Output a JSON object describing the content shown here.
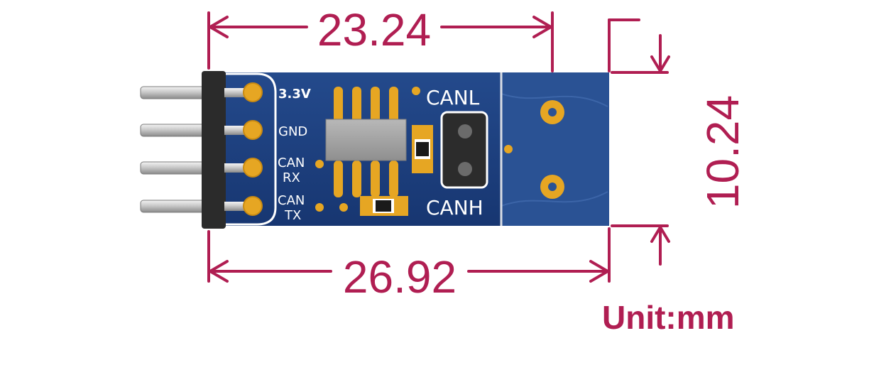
{
  "dimensions": {
    "top_length": "23.24",
    "bottom_length": "26.92",
    "height": "10.24",
    "unit_label": "Unit:mm"
  },
  "board": {
    "pin_labels": [
      "3.3V",
      "GND",
      "CAN",
      "RX",
      "CAN",
      "TX"
    ],
    "can_low_label": "CANL",
    "can_high_label": "CANH"
  },
  "colors": {
    "dimension": "#b01e52",
    "pcb": "#1c3f7e",
    "pad_gold": "#e6a623",
    "silkscreen": "#ffffff"
  }
}
